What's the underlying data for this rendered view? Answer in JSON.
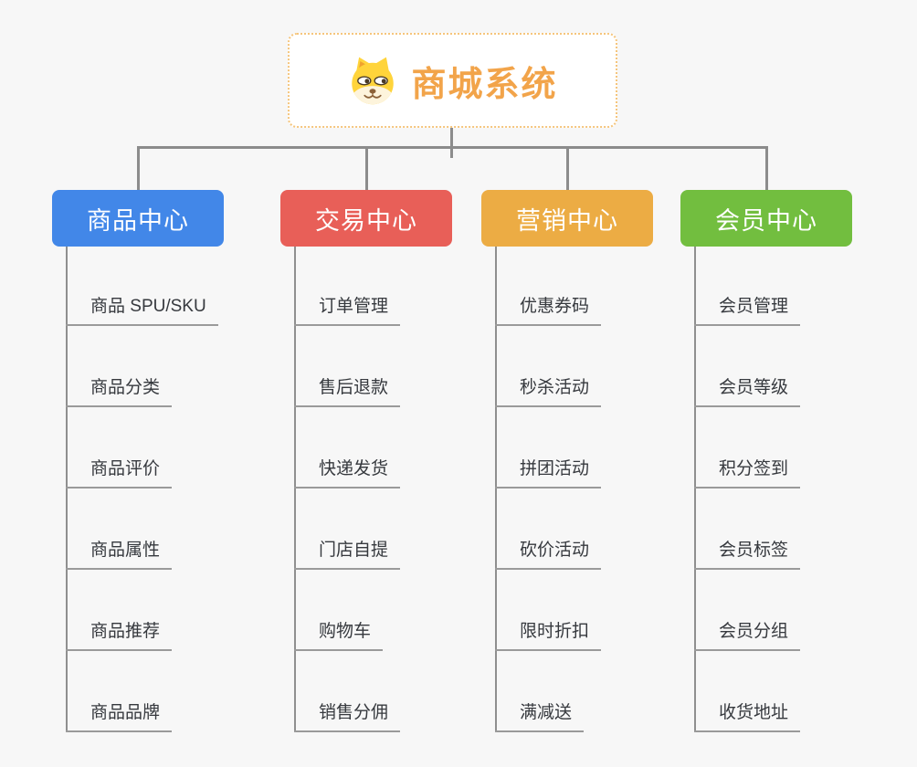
{
  "page": {
    "background_color": "#f7f7f7",
    "connector_color": "#8c8c8c"
  },
  "root": {
    "title": "商城系统",
    "icon": "dog-face-icon",
    "text_color": "#f2a44a",
    "border_color": "#f5c57c"
  },
  "branches": [
    {
      "label": "商品中心",
      "color": "#4287e8",
      "children": [
        "商品 SPU/SKU",
        "商品分类",
        "商品评价",
        "商品属性",
        "商品推荐",
        "商品品牌"
      ]
    },
    {
      "label": "交易中心",
      "color": "#e85f58",
      "children": [
        "订单管理",
        "售后退款",
        "快递发货",
        "门店自提",
        "购物车",
        "销售分佣"
      ]
    },
    {
      "label": "营销中心",
      "color": "#ecac44",
      "children": [
        "优惠券码",
        "秒杀活动",
        "拼团活动",
        "砍价活动",
        "限时折扣",
        "满减送"
      ]
    },
    {
      "label": "会员中心",
      "color": "#72be3f",
      "children": [
        "会员管理",
        "会员等级",
        "积分签到",
        "会员标签",
        "会员分组",
        "收货地址"
      ]
    }
  ]
}
